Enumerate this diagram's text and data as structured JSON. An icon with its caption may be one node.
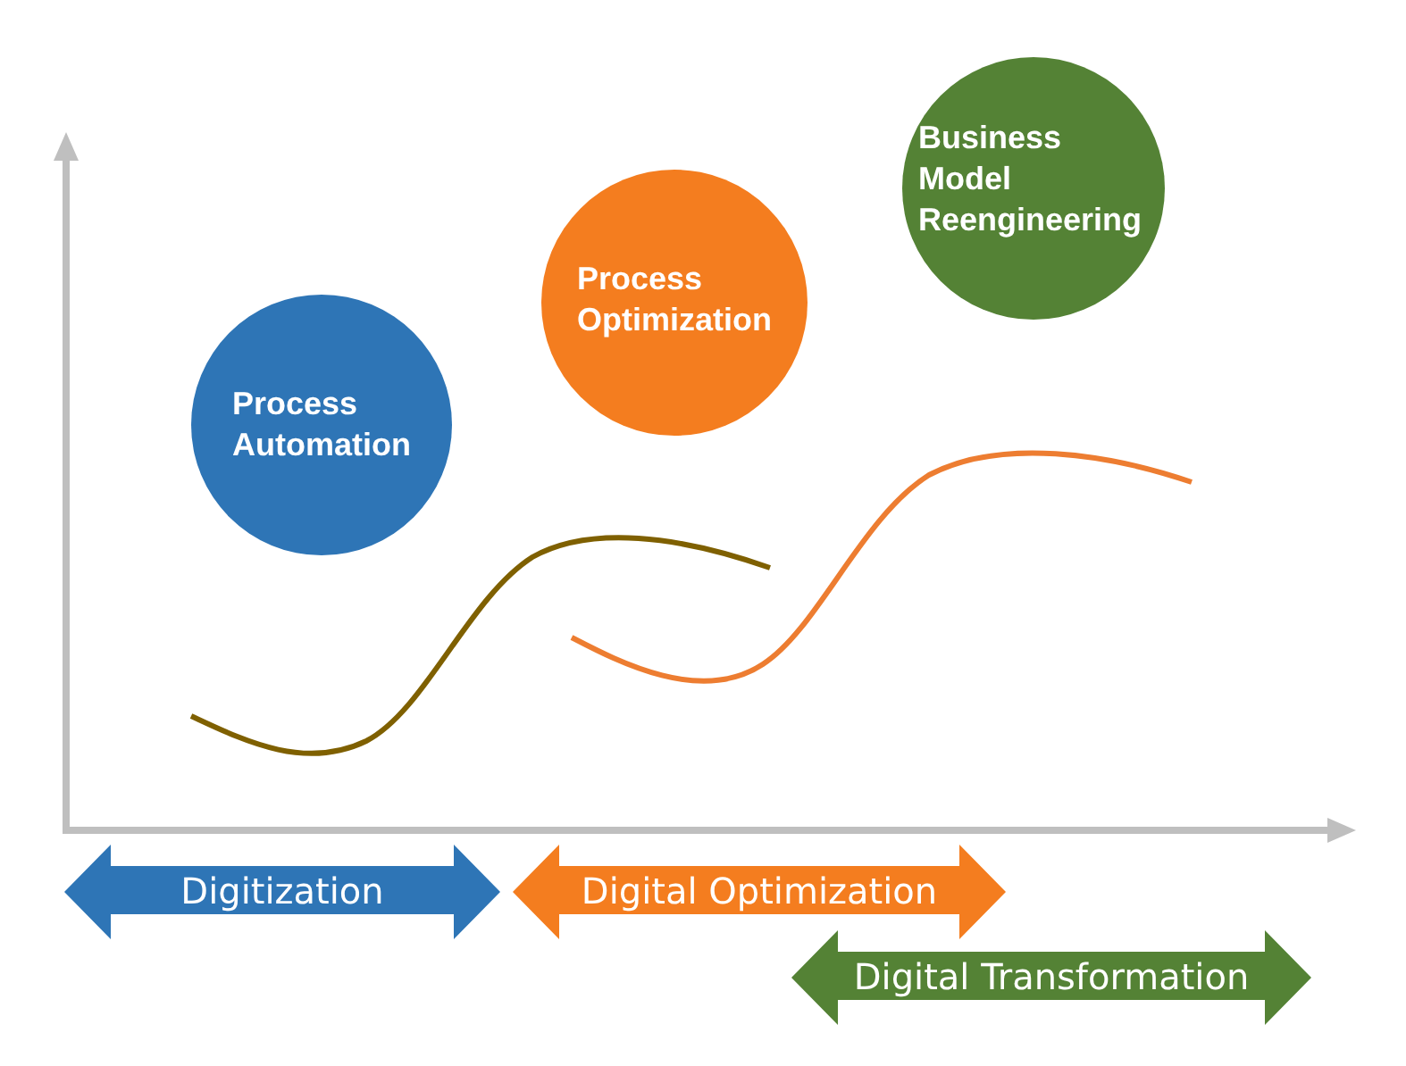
{
  "diagram": {
    "nodes": [
      {
        "text": [
          "Process Automation"
        ]
      },
      {
        "text": [
          "Process Optimization"
        ]
      },
      {
        "text": [
          "Business Model Reengineering"
        ]
      },
      {
        "text": [
          "Digitization"
        ]
      },
      {
        "text": [
          "Digital Optimization"
        ]
      },
      {
        "text": [
          "Digital Transformation"
        ]
      }
    ]
  }
}
